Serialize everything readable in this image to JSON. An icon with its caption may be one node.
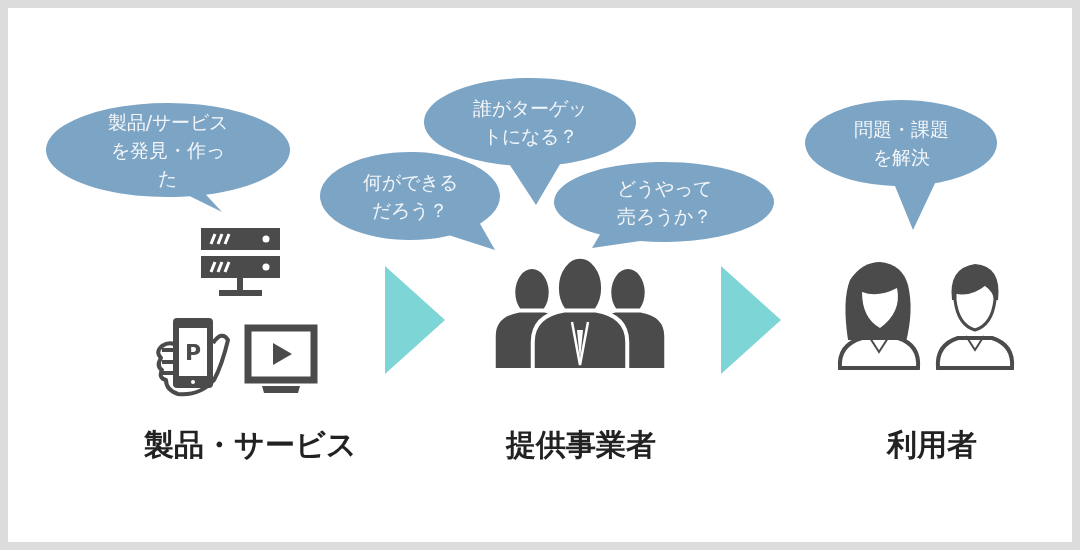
{
  "diagram": {
    "nodes": [
      {
        "text": [
          "製品/サービスを発見・作った"
        ]
      },
      {
        "text": [
          "誰がターゲットになる？"
        ]
      },
      {
        "text": [
          "何ができるだろう？"
        ]
      },
      {
        "text": [
          "どうやって売ろうか？"
        ]
      },
      {
        "text": [
          "問題・課題を解決"
        ]
      },
      {
        "text": [
          "製品・サービス"
        ]
      },
      {
        "text": [
          "提供事業者"
        ]
      },
      {
        "text": [
          "利用者"
        ]
      }
    ],
    "edges": [
      {
        "from": 5,
        "to": 6,
        "arrow": "to"
      },
      {
        "from": 6,
        "to": 7,
        "arrow": "to"
      }
    ],
    "labels": [
      "P"
    ]
  }
}
